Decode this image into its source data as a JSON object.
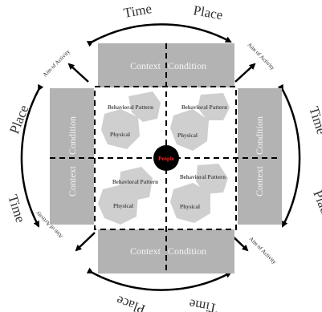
{
  "ring": {
    "top_left": "Time",
    "top_right": "Place",
    "left_upper": "Place",
    "left_lower": "Time",
    "right_upper": "Time",
    "right_lower": "Place",
    "bottom_left": "Place",
    "bottom_right": "Time"
  },
  "aims": {
    "top_left": "Aim of Activity",
    "top_right": "Aim of Activity",
    "bottom_left": "Aim of Activity",
    "bottom_right": "Aim of Activity"
  },
  "panels": {
    "top": {
      "context": "Context",
      "condition": "Condition"
    },
    "bottom": {
      "context": "Context",
      "condition": "Condition"
    },
    "left": {
      "context": "Context",
      "condition": "Condition"
    },
    "right": {
      "context": "Context",
      "condition": "Condition"
    }
  },
  "quadrants": {
    "top_left": {
      "pattern": "Behavioral Pattern",
      "physical": "Physical"
    },
    "top_right": {
      "pattern": "Behavioral Pattern",
      "physical": "Physical"
    },
    "bottom_left": {
      "pattern": "Behavioral Pattern",
      "physical": "Physical"
    },
    "bottom_right": {
      "pattern": "Behavioral Pattern",
      "physical": "Physical"
    }
  },
  "center": {
    "label": "People",
    "fill_color": "#000000",
    "text_color": "#ff2020"
  },
  "colors": {
    "panel": "#b3b3b3",
    "blob": "#cfcfcf",
    "ring": "#000000"
  }
}
